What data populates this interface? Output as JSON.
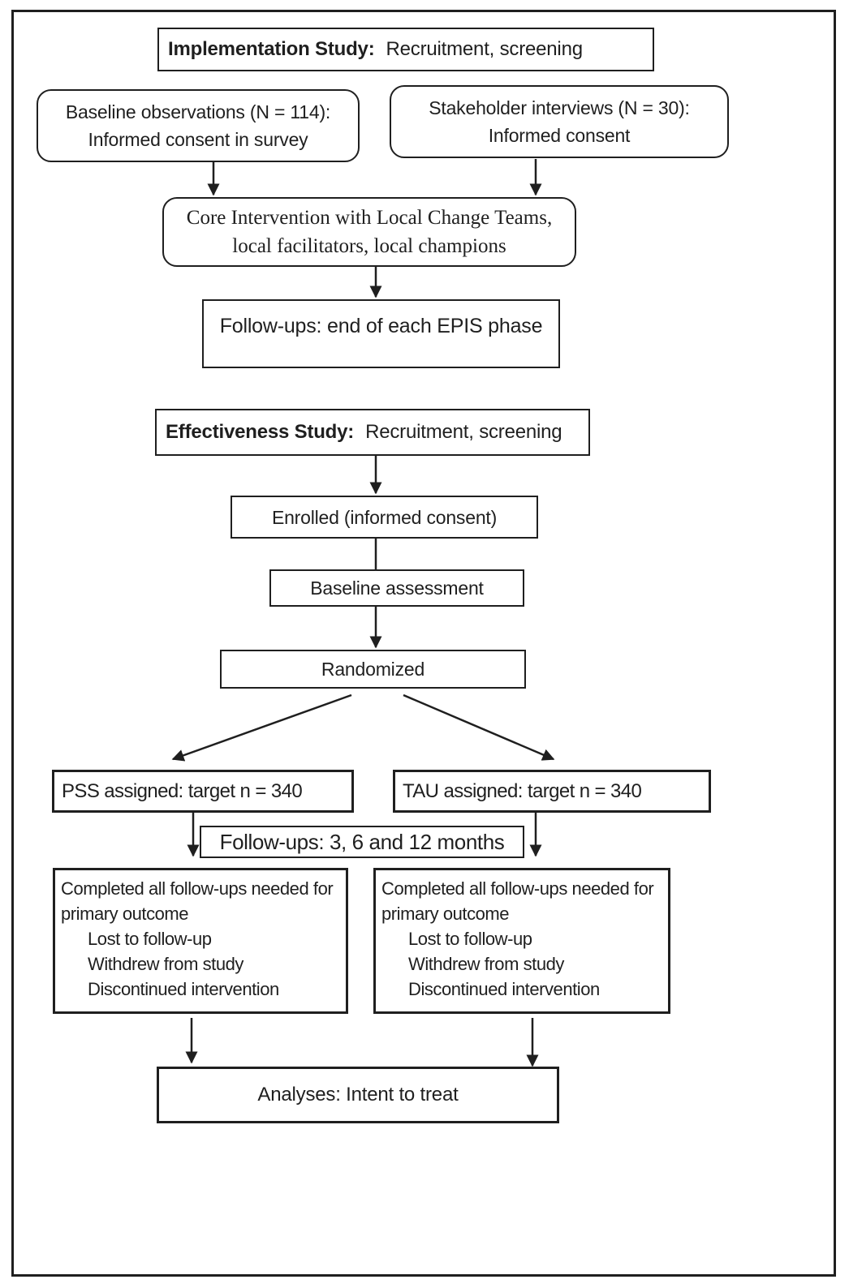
{
  "colors": {
    "ink": "#1f1f1f",
    "paper": "#ffffff"
  },
  "diagram": {
    "implementation_header": {
      "title_bold": "Implementation Study:",
      "title_rest": "Recruitment, screening"
    },
    "baseline_observations": {
      "line1": "Baseline observations (N = 114):",
      "line2": "Informed consent in survey"
    },
    "stakeholder_interviews": {
      "line1": "Stakeholder interviews (N = 30):",
      "line2": "Informed consent"
    },
    "core_intervention": {
      "line1": "Core Intervention with Local Change Teams,",
      "line2": "local facilitators, local champions"
    },
    "followups_epis": {
      "label": "Follow-ups: end of each EPIS phase"
    },
    "effectiveness_header": {
      "title_bold": "Effectiveness Study:",
      "title_rest": "Recruitment, screening"
    },
    "enrolled": {
      "label": "Enrolled (informed consent)"
    },
    "baseline_assessment": {
      "label": "Baseline assessment"
    },
    "randomized": {
      "label": "Randomized"
    },
    "pss_assigned": {
      "label": "PSS assigned: target n = 340"
    },
    "tau_assigned": {
      "label": "TAU assigned: target n = 340"
    },
    "followups_months": {
      "label": "Follow-ups: 3, 6 and 12 months"
    },
    "completed_pss": {
      "line1": "Completed all follow-ups needed for",
      "line2": "primary outcome",
      "items": [
        "Lost to follow-up",
        "Withdrew from study",
        "Discontinued intervention"
      ]
    },
    "completed_tau": {
      "line1": "Completed all follow-ups needed for",
      "line2": "primary outcome",
      "items": [
        "Lost to follow-up",
        "Withdrew from study",
        "Discontinued intervention"
      ]
    },
    "analyses": {
      "label": "Analyses: Intent to treat"
    }
  }
}
